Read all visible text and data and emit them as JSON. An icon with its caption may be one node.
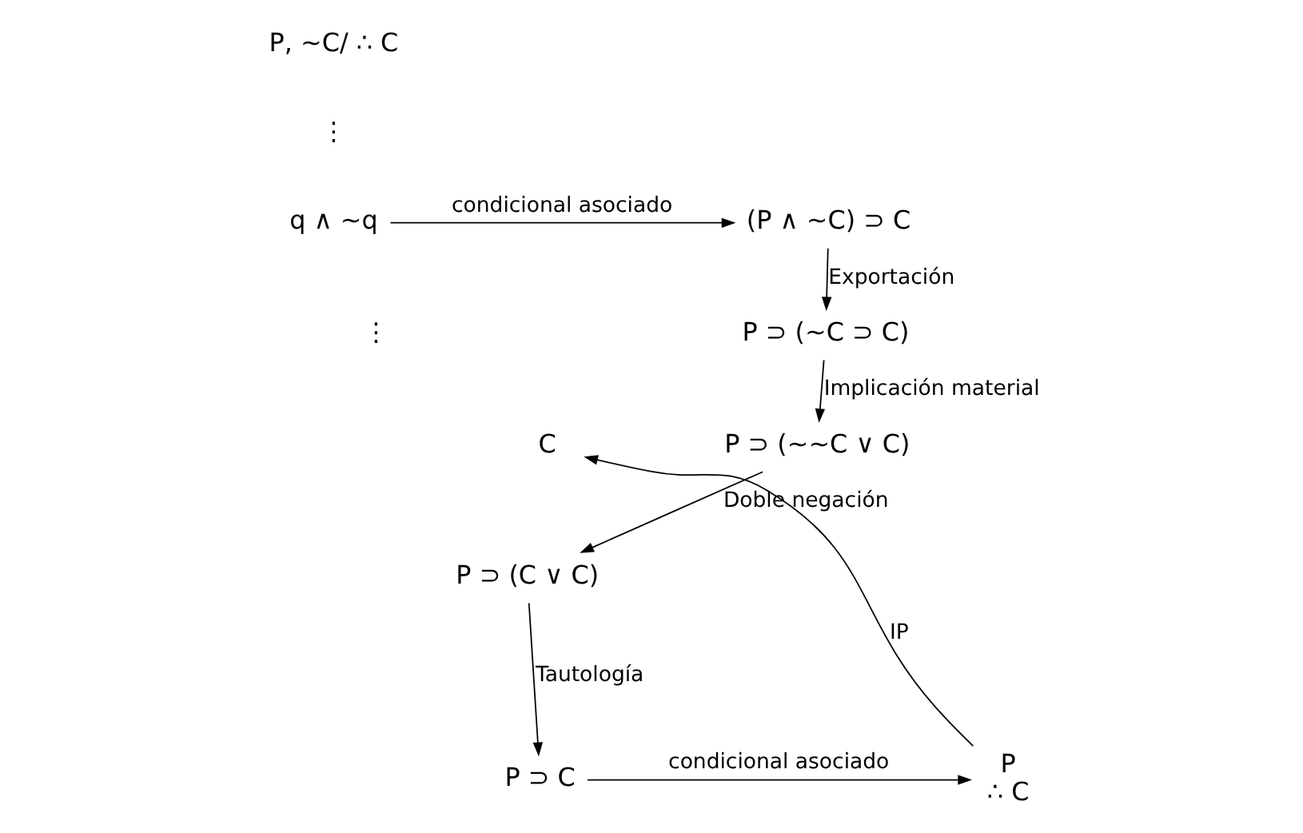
{
  "diagram": {
    "nodes": [
      {
        "text": [
          "P, ∼C/ ∴ C"
        ]
      },
      {
        "text": [
          "q ∧ ∼q"
        ]
      },
      {
        "text": [
          "C"
        ]
      },
      {
        "text": [
          "(P ∧ ∼C) ⊃ C"
        ]
      },
      {
        "text": [
          "P ⊃ (∼C ⊃ C)"
        ]
      },
      {
        "text": [
          "P ⊃ (∼∼C ∨ C)"
        ]
      },
      {
        "text": [
          "P ⊃ (C ∨ C)"
        ]
      },
      {
        "text": [
          "P ⊃ C"
        ]
      },
      {
        "text": [
          "P",
          "∴ C"
        ]
      }
    ],
    "edges": [
      {
        "from": 1,
        "to": 3,
        "arrow": "to",
        "label": "condicional asociado"
      },
      {
        "from": 3,
        "to": 4,
        "arrow": "to",
        "label": "Exportación"
      },
      {
        "from": 4,
        "to": 5,
        "arrow": "to",
        "label": "Implicación material"
      },
      {
        "from": 5,
        "to": 6,
        "arrow": "to",
        "label": "Doble negación"
      },
      {
        "from": 6,
        "to": 7,
        "arrow": "to",
        "label": "Tautología"
      },
      {
        "from": 7,
        "to": 8,
        "arrow": "to",
        "label": "condicional asociado"
      },
      {
        "from": 8,
        "to": 2,
        "arrow": "to",
        "label": "IP"
      }
    ],
    "labels": [
      "⋮",
      "⋮"
    ]
  }
}
